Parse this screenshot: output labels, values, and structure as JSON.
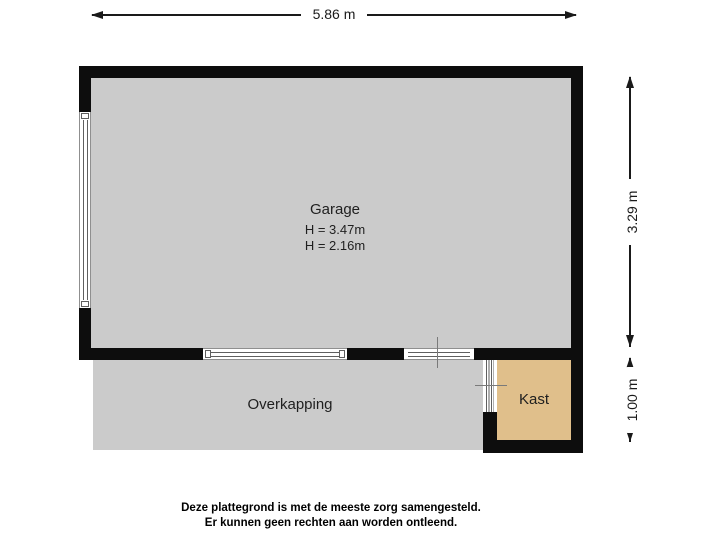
{
  "colors": {
    "wall": "#0d0d0d",
    "floor": "#cbcbcb",
    "kast-floor": "#e0bf8b",
    "window-frame": "#8f8f8f",
    "glass": "#5f5f5f",
    "dim": "#1a1a1a"
  },
  "dimensions": {
    "top": {
      "label": "5.86 m"
    },
    "right_upper": {
      "label": "3.29 m"
    },
    "right_lower": {
      "label": "1.00 m"
    }
  },
  "rooms": {
    "garage": {
      "name": "Garage",
      "h1": "H = 3.47m",
      "h2": "H = 2.16m"
    },
    "overkapping": {
      "name": "Overkapping"
    },
    "kast": {
      "name": "Kast"
    }
  },
  "disclaimer": {
    "line1": "Deze plattegrond is met de meeste zorg samengesteld.",
    "line2": "Er kunnen geen rechten aan worden ontleend."
  }
}
